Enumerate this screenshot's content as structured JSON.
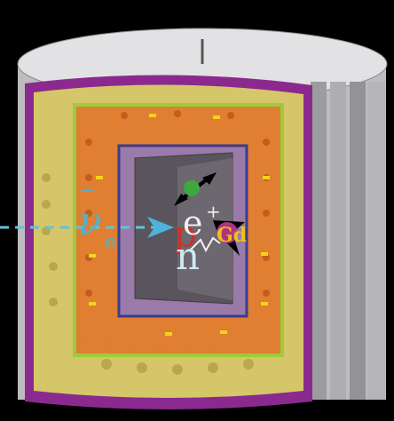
{
  "diagram": {
    "incoming_particle": {
      "symbol": "ν",
      "subscript": "e"
    },
    "proton_label": "p",
    "positron_label": "e",
    "positron_charge": "+",
    "neutron_label": "n",
    "capture_label": "Gd"
  },
  "colors": {
    "background": "#000000",
    "outer_tank": "#c7c7c9",
    "shield": "#8a2a8e",
    "buffer_region": "#d9c65c",
    "gamma_catcher": "#e07a2e",
    "target_region": "#9a7aa8",
    "target_frame_green": "#9ccc3a",
    "neutrino_line": "#5fc4d8",
    "proton": "#c8322a",
    "neutron_capture": "#e8c21c"
  }
}
